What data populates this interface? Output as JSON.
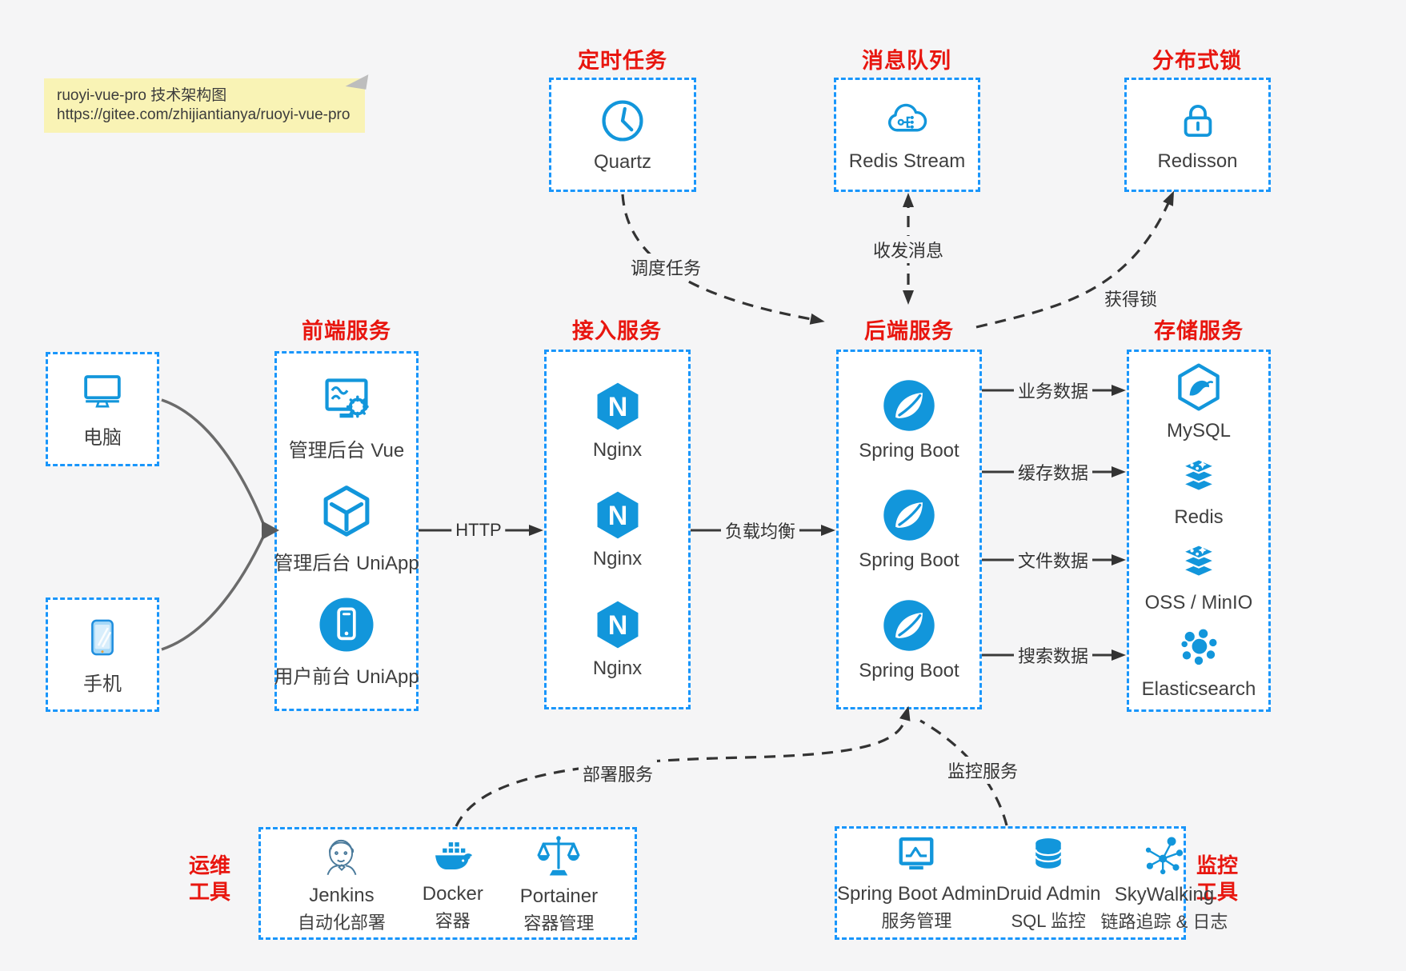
{
  "note": {
    "title": "ruoyi-vue-pro 技术架构图",
    "url": "https://gitee.com/zhijiantianya/ruoyi-vue-pro"
  },
  "groups": {
    "scheduled": {
      "title": "定时任务",
      "item": {
        "label": "Quartz",
        "icon": "clock-icon"
      }
    },
    "mq": {
      "title": "消息队列",
      "item": {
        "label": "Redis Stream",
        "icon": "cloud-share-icon"
      }
    },
    "lock": {
      "title": "分布式锁",
      "item": {
        "label": "Redisson",
        "icon": "lock-icon"
      }
    },
    "clients": {
      "computer": {
        "label": "电脑",
        "icon": "desktop-icon"
      },
      "phone": {
        "label": "手机",
        "icon": "smartphone-icon"
      }
    },
    "frontend": {
      "title": "前端服务",
      "items": [
        {
          "label": "管理后台 Vue",
          "icon": "admin-vue-icon"
        },
        {
          "label": "管理后台 UniApp",
          "icon": "cube-icon"
        },
        {
          "label": "用户前台 UniApp",
          "icon": "user-app-icon"
        }
      ]
    },
    "gateway": {
      "title": "接入服务",
      "items": [
        {
          "label": "Nginx",
          "icon": "nginx-icon"
        },
        {
          "label": "Nginx",
          "icon": "nginx-icon"
        },
        {
          "label": "Nginx",
          "icon": "nginx-icon"
        }
      ]
    },
    "backend": {
      "title": "后端服务",
      "items": [
        {
          "label": "Spring Boot",
          "icon": "spring-icon"
        },
        {
          "label": "Spring Boot",
          "icon": "spring-icon"
        },
        {
          "label": "Spring Boot",
          "icon": "spring-icon"
        }
      ]
    },
    "storage": {
      "title": "存储服务",
      "items": [
        {
          "label": "MySQL",
          "icon": "mysql-icon"
        },
        {
          "label": "Redis",
          "icon": "layer-stack-icon"
        },
        {
          "label": "OSS / MinIO",
          "icon": "layer-stack-icon"
        },
        {
          "label": "Elasticsearch",
          "icon": "elasticsearch-icon"
        }
      ]
    },
    "ops": {
      "title_line1": "运维",
      "title_line2": "工具",
      "items": [
        {
          "name": "Jenkins",
          "desc": "自动化部署",
          "icon": "jenkins-icon"
        },
        {
          "name": "Docker",
          "desc": "容器",
          "icon": "docker-icon"
        },
        {
          "name": "Portainer",
          "desc": "容器管理",
          "icon": "portainer-icon"
        }
      ]
    },
    "monitoring": {
      "title_line1": "监控",
      "title_line2": "工具",
      "items": [
        {
          "name": "Spring Boot Admin",
          "desc": "服务管理",
          "icon": "monitor-chart-icon"
        },
        {
          "name": "Druid Admin",
          "desc": "SQL 监控",
          "icon": "database-icon"
        },
        {
          "name": "SkyWalking",
          "desc": "链路追踪 & 日志",
          "icon": "topology-icon"
        }
      ]
    }
  },
  "edges": {
    "http": "HTTP",
    "load_balance": "负载均衡",
    "schedule_task": "调度任务",
    "send_receive_msg": "收发消息",
    "acquire_lock": "获得锁",
    "business_data": "业务数据",
    "cache_data": "缓存数据",
    "file_data": "文件数据",
    "search_data": "搜索数据",
    "deploy_service": "部署服务",
    "monitor_service": "监控服务"
  },
  "colors": {
    "icon_blue": "#1296db",
    "border_blue": "#1996fb",
    "title_red": "#e8160f",
    "arrow": "#333333",
    "note_bg": "#f9f3b5",
    "canvas_bg": "#f5f5f6"
  }
}
